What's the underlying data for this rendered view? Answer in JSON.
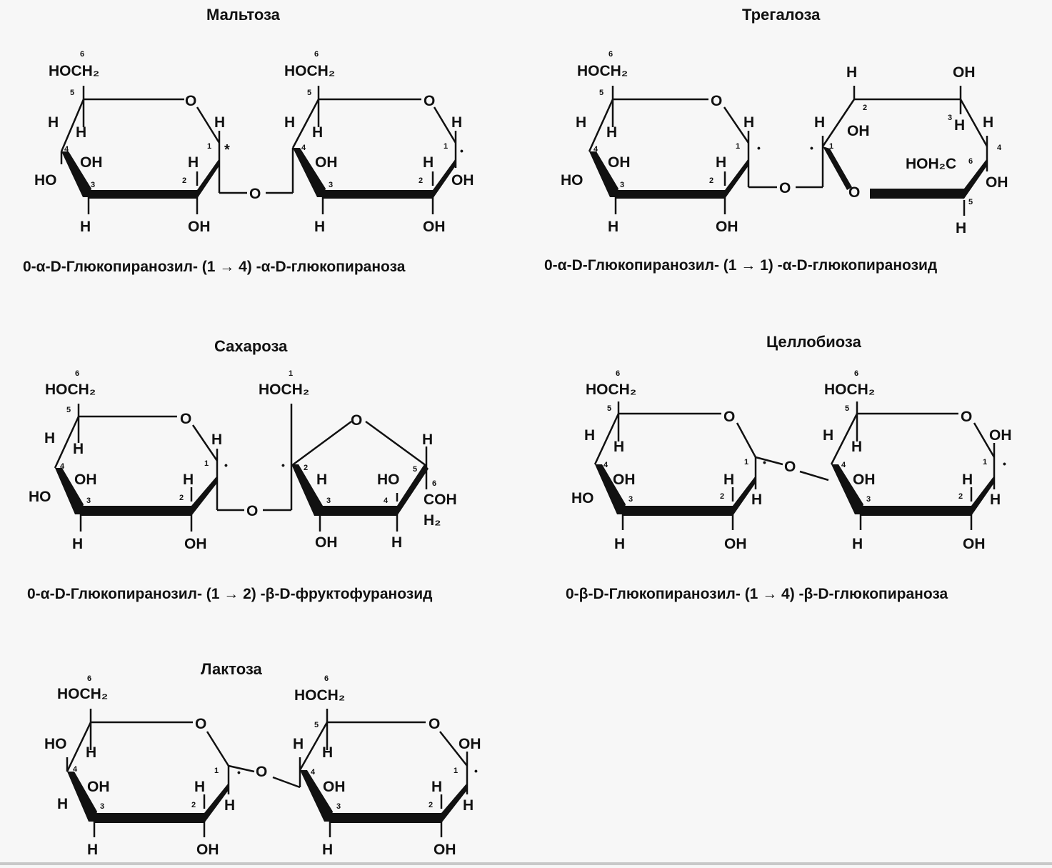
{
  "maltose": {
    "title": "Мальтоза",
    "caption": "0-α-D-Глюкопиранозил- (1 → 4) -α-D-глюкопираноза",
    "ring1": {
      "c6": "HOCH₂",
      "o": "O",
      "h1": "H",
      "h5": "H",
      "h4": "H",
      "oh3": "OH",
      "ho4": "HO",
      "h2": "H",
      "h3": "H",
      "oh2": "OH"
    },
    "ring2": {
      "c6": "HOCH₂",
      "o": "O",
      "h1": "H",
      "oh1": "OH",
      "h4": "H",
      "h5": "H",
      "oh3": "OH",
      "h2": "H",
      "h3": "H",
      "oh2": "OH"
    },
    "bridge_o": "O"
  },
  "trehalose": {
    "title": "Трегалоза",
    "caption": "0-α-D-Глюкопиранозил- (1 → 1) -α-D-глюкопиранозид",
    "ring1": {
      "c6": "HOCH₂",
      "o": "O",
      "h1": "H",
      "h5": "H",
      "h4": "H",
      "oh3": "OH",
      "ho4": "HO",
      "h2": "H",
      "h3": "H",
      "oh2": "OH"
    },
    "ring2": {
      "h_top": "H",
      "oh_top": "OH",
      "h1": "H",
      "oh2": "OH",
      "h3": "H",
      "h4": "H",
      "hoh2c": "HOH₂C",
      "o": "O",
      "oh4": "OH",
      "h5": "H"
    },
    "bridge_o": "O"
  },
  "sucrose": {
    "title": "Сахароза",
    "caption": "0-α-D-Глюкопиранозил- (1 → 2) -β-D-фруктофуранозид",
    "ring1": {
      "c6": "HOCH₂",
      "o": "O",
      "h1": "H",
      "h5": "H",
      "h4": "H",
      "oh3": "OH",
      "ho4": "HO",
      "h2": "H",
      "h3": "H",
      "oh2": "OH"
    },
    "ring2": {
      "c1": "HOCH₂",
      "o": "O",
      "h5": "H",
      "h3": "H",
      "ho4": "HO",
      "coh": "COH",
      "h2": "H₂",
      "oh3": "OH",
      "h4": "H"
    },
    "bridge_o": "O"
  },
  "cellobiose": {
    "title": "Целлобиоза",
    "caption": "0-β-D-Глюкопиранозил- (1 → 4) -β-D-глюкопираноза",
    "ring1": {
      "c6": "HOCH₂",
      "o": "O",
      "h5": "H",
      "h4": "H",
      "oh3": "OH",
      "ho4": "HO",
      "h2": "H",
      "h1": "H",
      "h3": "H",
      "oh2": "OH"
    },
    "ring2": {
      "c6": "HOCH₂",
      "o": "O",
      "oh1": "OH",
      "h4": "H",
      "h5": "H",
      "oh3": "OH",
      "h2": "H",
      "h1": "H",
      "h3": "H",
      "oh2": "OH"
    },
    "bridge_o": "O"
  },
  "lactose": {
    "title": "Лактоза",
    "ring1": {
      "c6": "HOCH₂",
      "o": "O",
      "ho4": "HO",
      "h5": "H",
      "h4": "H",
      "oh3": "OH",
      "h2": "H",
      "h1": "H",
      "h3": "H",
      "oh2": "OH"
    },
    "ring2": {
      "c6": "HOCH₂",
      "o": "O",
      "oh1": "OH",
      "h4": "H",
      "h5": "H",
      "oh3": "OH",
      "h2": "H",
      "h1": "H",
      "h3": "H",
      "oh2": "OH"
    },
    "bridge_o": "O"
  },
  "numbers": {
    "n1": "1",
    "n2": "2",
    "n3": "3",
    "n4": "4",
    "n5": "5",
    "n6": "6",
    "star": "*",
    "dot": "•"
  }
}
